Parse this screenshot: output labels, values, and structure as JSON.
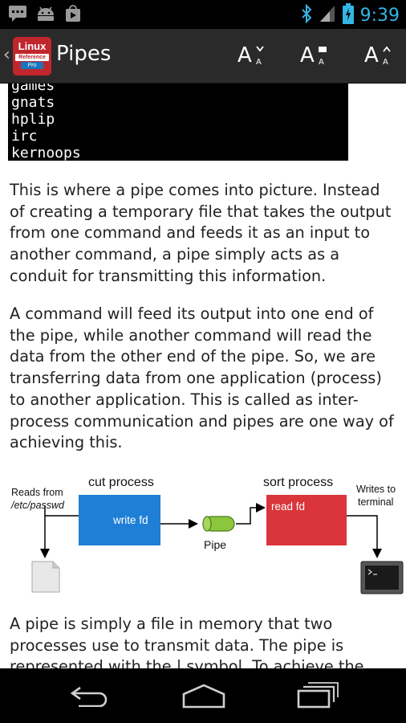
{
  "status": {
    "time": "9:39",
    "notification_icons": [
      "chat-icon",
      "android-icon",
      "store-icon"
    ],
    "indicator_icons": [
      "bluetooth-icon",
      "signal-icon",
      "battery-icon"
    ]
  },
  "actionbar": {
    "logo": {
      "line1": "Linux",
      "line2": "Reference",
      "line3": "Pro"
    },
    "title": "Pipes",
    "buttons": [
      "font-decrease-icon",
      "font-reset-icon",
      "font-increase-icon"
    ]
  },
  "content": {
    "code_lines": "games\ngnats\nhplip\nirc\nkernoops",
    "paragraphs": [
      "This is where a pipe comes into picture. Instead of creating a temporary file that takes the output from one command and feeds it as an input to another command, a pipe simply acts as a conduit for transmitting this information.",
      "A command will feed its output into one end of the pipe, while another command will read the data from the other end of the pipe. So, we are transferring data from one application (process) to another application. This is called as inter-process communication and pipes are one way of achieving this.",
      "A pipe is simply a file in memory that two processes use to transmit data. The pipe is represented with the | symbol. To achieve the"
    ],
    "diagram": {
      "reads_from": "Reads from",
      "reads_path": "/etc/passwd",
      "cut_process": "cut process",
      "write_fd": "write fd",
      "pipe": "Pipe",
      "sort_process": "sort process",
      "read_fd": "read fd",
      "writes_to": "Writes to",
      "terminal": "terminal",
      "colors": {
        "write_box": "#1f7fd6",
        "read_box": "#d9353a",
        "pipe": "#8cc63e"
      }
    }
  },
  "navbar": {
    "buttons": [
      "back-icon",
      "home-icon",
      "recent-apps-icon"
    ]
  }
}
